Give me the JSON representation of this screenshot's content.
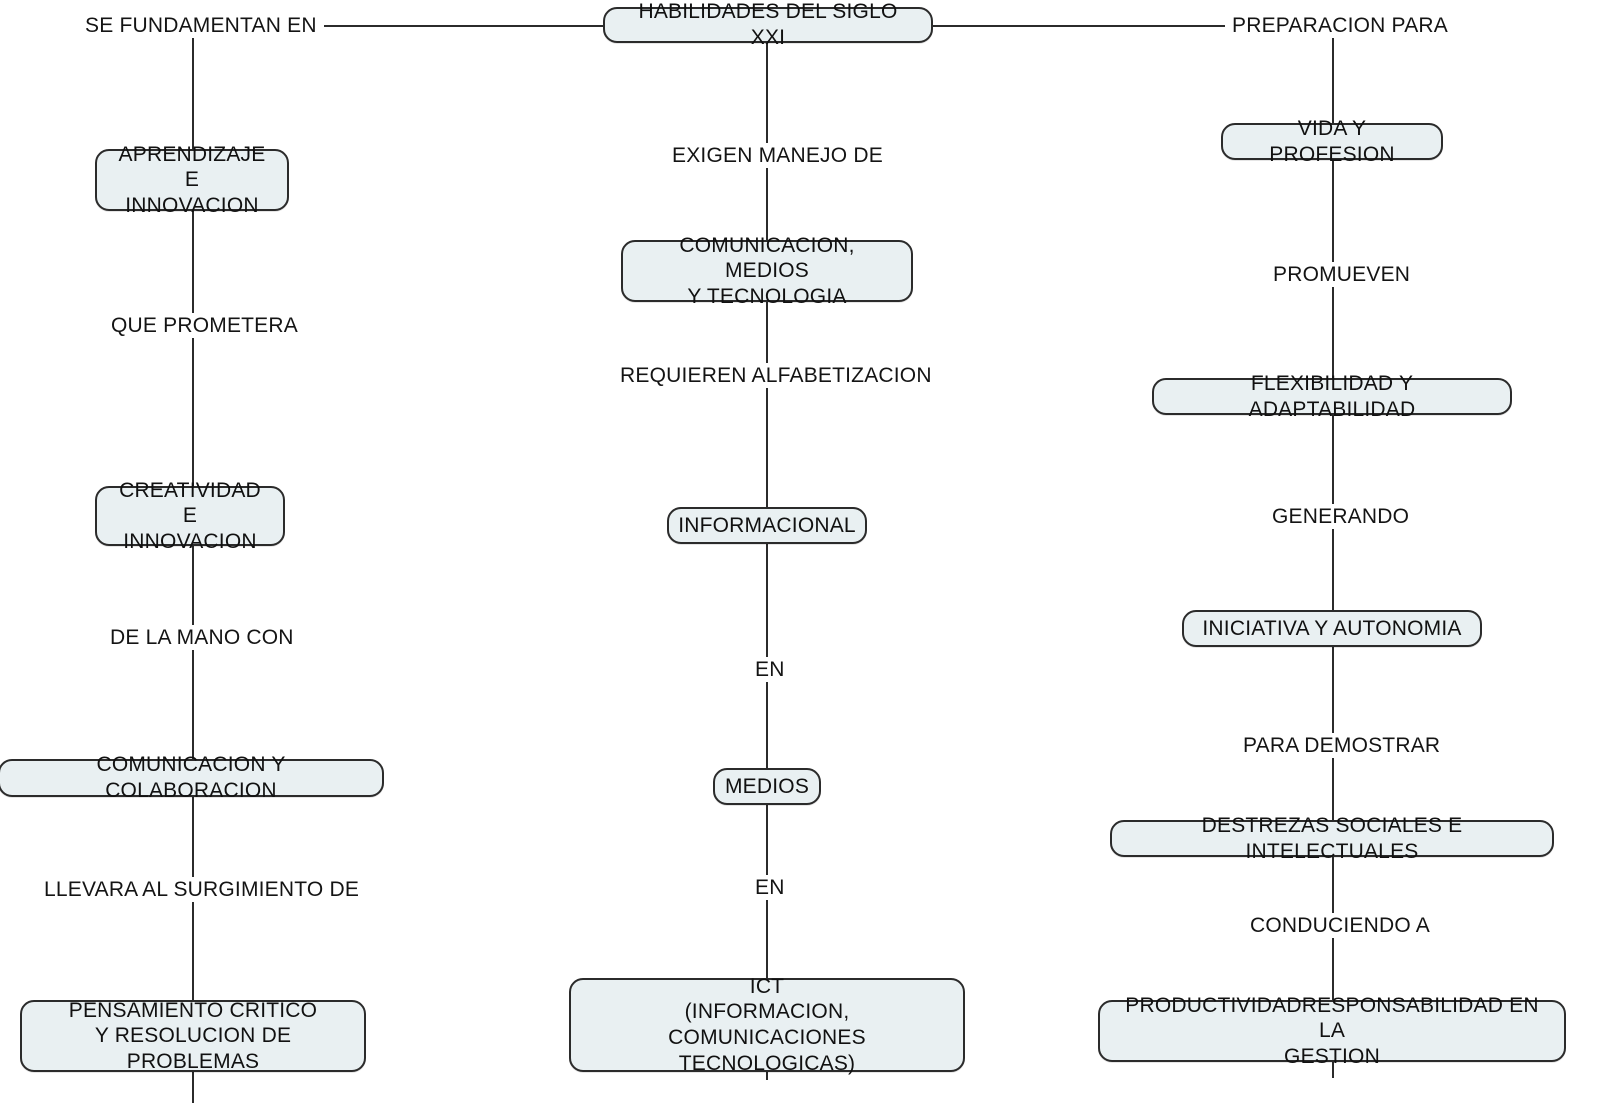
{
  "diagram": {
    "title": "HABILIDADES DEL SIGLO XXI",
    "style": {
      "node_fill": "#e9f0f2",
      "node_border": "#2b2b2b",
      "line_color": "#2b2b2b",
      "text_color": "#111111",
      "background": "#ffffff"
    },
    "root": {
      "label": "HABILIDADES DEL SIGLO XXI"
    },
    "branches": [
      {
        "name": "left",
        "root_link": "SE FUNDAMENTAN EN",
        "chain": [
          {
            "node": "APRENDIZAJE E\nINNOVACION",
            "link_below": "QUE PROMETERA"
          },
          {
            "node": "CREATIVIDAD E\nINNOVACION",
            "link_below": "DE LA MANO CON"
          },
          {
            "node": "COMUNICACION Y COLABORACION",
            "link_below": "LLEVARA AL SURGIMIENTO DE"
          },
          {
            "node": "PENSAMIENTO CRITICO\nY RESOLUCION DE PROBLEMAS",
            "link_below": ""
          }
        ]
      },
      {
        "name": "center",
        "root_link": "EXIGEN MANEJO DE",
        "chain": [
          {
            "node": "COMUNICACION, MEDIOS\nY TECNOLOGIA",
            "link_below": "REQUIEREN ALFABETIZACION"
          },
          {
            "node": "INFORMACIONAL",
            "link_below": "EN"
          },
          {
            "node": "MEDIOS",
            "link_below": "EN"
          },
          {
            "node": "ICT\n(INFORMACION, COMUNICACIONES\nTECNOLOGICAS)",
            "link_below": ""
          }
        ]
      },
      {
        "name": "right",
        "root_link": "PREPARACION PARA",
        "chain": [
          {
            "node": "VIDA Y PROFESION",
            "link_below": "PROMUEVEN"
          },
          {
            "node": "FLEXIBILIDAD Y ADAPTABILIDAD",
            "link_below": "GENERANDO"
          },
          {
            "node": "INICIATIVA Y AUTONOMIA",
            "link_below": "PARA DEMOSTRAR"
          },
          {
            "node": "DESTREZAS SOCIALES E INTELECTUALES",
            "link_below": "CONDUCIENDO A"
          },
          {
            "node": "PRODUCTIVIDADRESPONSABILIDAD EN LA\nGESTION",
            "link_below": ""
          }
        ]
      }
    ]
  }
}
